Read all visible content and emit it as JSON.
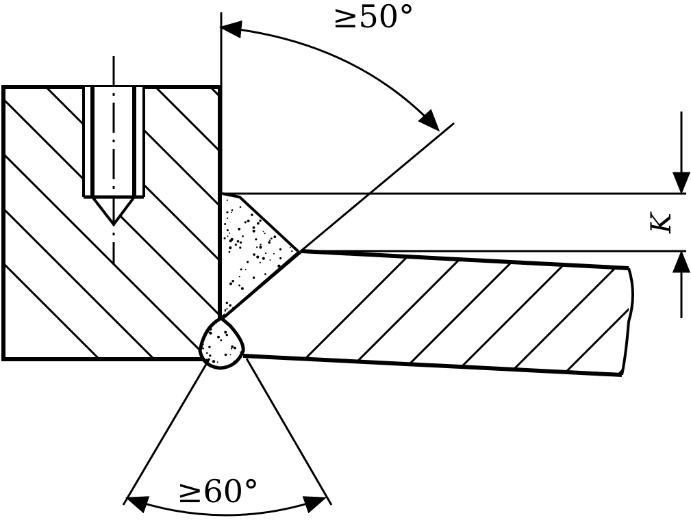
{
  "labels": {
    "top_angle": "≥50°",
    "bottom_angle": "≥60°",
    "dimension": "K"
  }
}
